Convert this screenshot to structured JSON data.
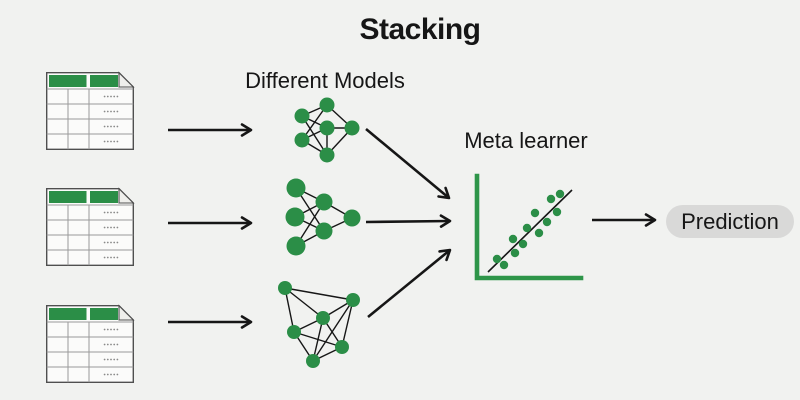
{
  "title": "Stacking",
  "labels": {
    "different_models": "Different Models",
    "meta_learner": "Meta learner",
    "prediction": "Prediction"
  },
  "colors": {
    "background": "#f1f2f0",
    "green": "#2b8e47",
    "axis_green": "#2e9549",
    "ink": "#161616",
    "pill_bg": "#d9d9d8",
    "table_border": "#4f4f4f",
    "table_grid": "#9a9a9a",
    "table_fill": "#fbfbfa",
    "table_dots": "#8a8a8a"
  },
  "diagram": {
    "type": "stacking-ensemble-flow",
    "stages": [
      {
        "name": "datasets",
        "items": [
          "data-table-1",
          "data-table-2",
          "data-table-3"
        ]
      },
      {
        "name": "base-models",
        "label": "Different Models",
        "items": [
          "neural-network-1",
          "neural-network-2",
          "graph-network-3"
        ]
      },
      {
        "name": "meta-learner",
        "label": "Meta learner",
        "items": [
          "scatter-plot-with-regression-line"
        ]
      },
      {
        "name": "output",
        "label": "Prediction"
      }
    ]
  }
}
